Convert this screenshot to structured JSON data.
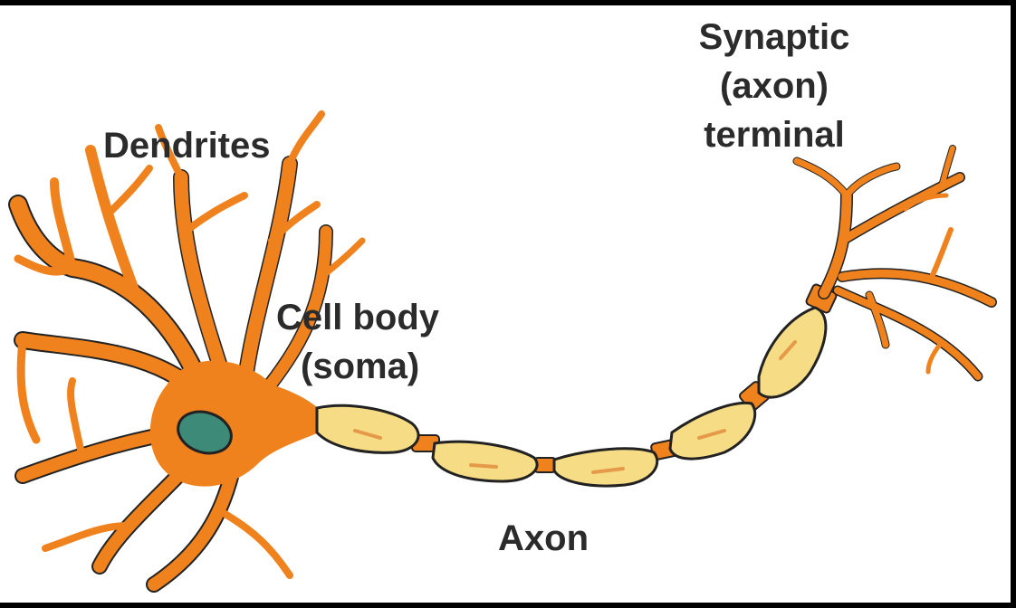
{
  "diagram": {
    "labels": {
      "dendrites": "Dendrites",
      "synaptic_line1": "Synaptic",
      "synaptic_line2": "(axon)",
      "synaptic_line3": "terminal",
      "cell_body_line1": "Cell body",
      "cell_body_line2": "(soma)",
      "axon": "Axon"
    },
    "colors": {
      "neuron": "#F0821E",
      "outline": "#222222",
      "myelin": "#F7DC86",
      "nucleus": "#3E8A78",
      "background": "#FFFFFF",
      "frame": "#000000"
    }
  }
}
